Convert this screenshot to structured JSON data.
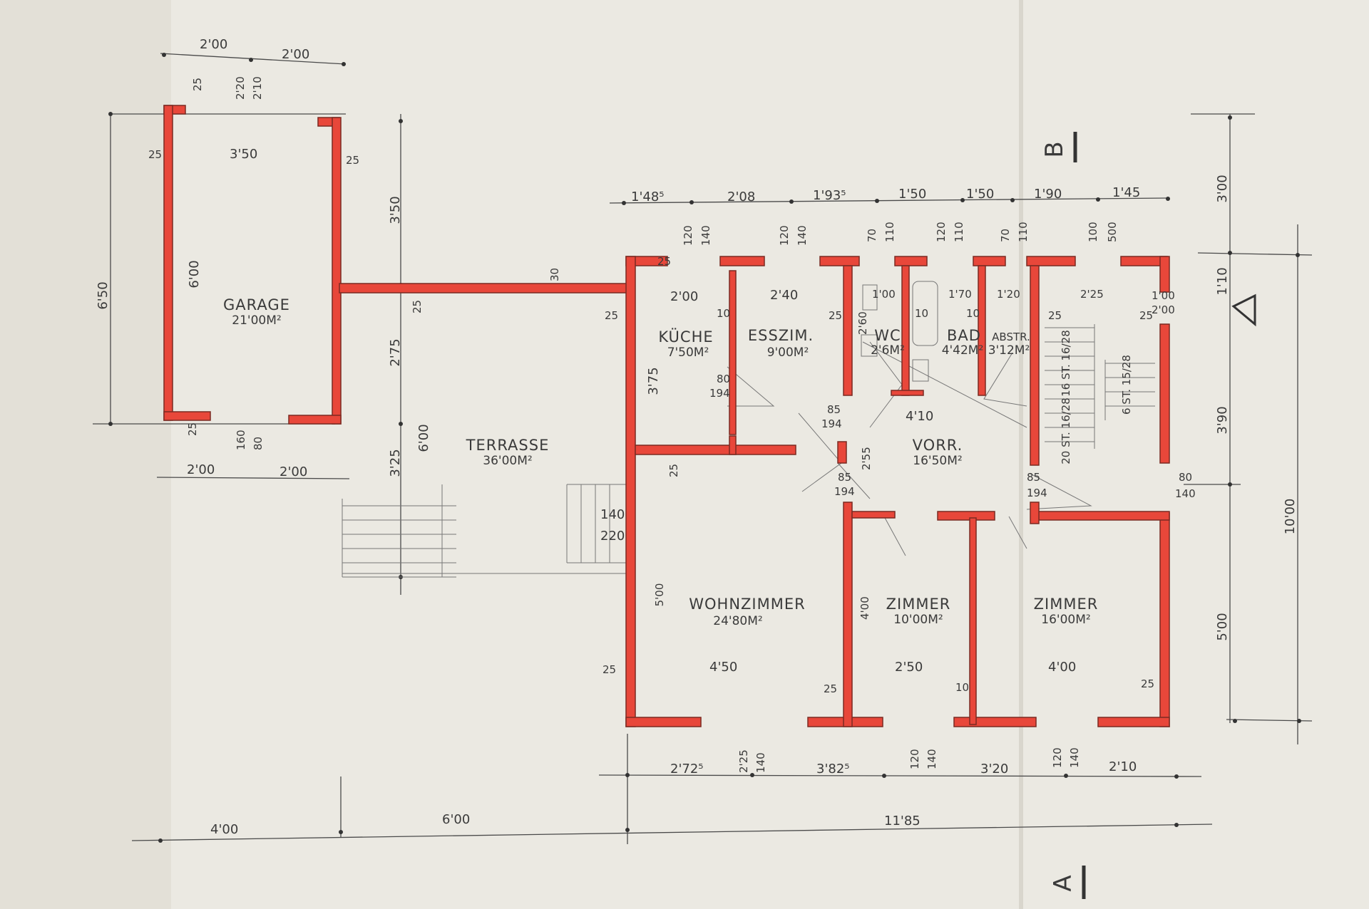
{
  "rooms": {
    "garage": {
      "name": "GARAGE",
      "area": "21'00M²"
    },
    "terrasse": {
      "name": "TERRASSE",
      "area": "36'00M²"
    },
    "kueche": {
      "name": "KÜCHE",
      "area": "7'50M²"
    },
    "esszim": {
      "name": "ESSZIM.",
      "area": "9'00M²"
    },
    "wc": {
      "name": "WC",
      "area": "2'6M²"
    },
    "bad": {
      "name": "BAD",
      "area": "4'42M²"
    },
    "abstr": {
      "name": "ABSTR.",
      "area": "3'12M²"
    },
    "vorr": {
      "name": "VORR.",
      "area": "16'50M²"
    },
    "wohnzimmer": {
      "name": "WOHNZIMMER",
      "area": "24'80M²"
    },
    "zimmer1": {
      "name": "ZIMMER",
      "area": "10'00M²"
    },
    "zimmer2": {
      "name": "ZIMMER",
      "area": "16'00M²"
    }
  },
  "stairs": {
    "up": "16 ST. 16/28",
    "down": "6 ST. 15/28",
    "lower": "20 ST. 16/28"
  },
  "section_marks": {
    "a": "A",
    "b": "B"
  },
  "top_dims": [
    "1'48⁵",
    "2'08",
    "1'93⁵",
    "1'50",
    "1'50",
    "1'90",
    "1'45"
  ],
  "top_openings": [
    "120",
    "140",
    "120",
    "140",
    "70",
    "110",
    "120",
    "110",
    "70",
    "110",
    "100",
    "500"
  ],
  "bottom_dims": [
    "2'72⁵",
    "2'25",
    "140",
    "3'82⁵",
    "120",
    "140",
    "3'20",
    "120",
    "140",
    "2'10"
  ],
  "overall_bottom": [
    "4'00",
    "6'00",
    "11'85"
  ],
  "garage_dims": {
    "top1": "2'00",
    "top2": "2'00",
    "inner": "3'50",
    "side": "6'00",
    "overall": "6'50",
    "bot1": "2'00",
    "bot2": "2'00",
    "w1": "25",
    "w2": "25",
    "w3": "25",
    "w4": "25",
    "s1": "2'20",
    "s2": "2'10",
    "s3": "160",
    "s4": "80"
  },
  "terrasse_dims": {
    "v1": "3'50",
    "v2": "2'75",
    "v3": "3'25",
    "v4": "6'00",
    "w": "25",
    "w2": "30",
    "step1": "140",
    "step2": "220"
  },
  "right_dims": [
    "3'00",
    "1'10",
    "3'90",
    "5'00",
    "10'00"
  ],
  "interior": {
    "k_w": "2'00",
    "e_w": "2'40",
    "k_h": "3'75",
    "door_k": "80",
    "door_k2": "194",
    "wc_w": "1'00",
    "bad_w": "1'70",
    "ab_w": "1'20",
    "trp_w": "2'25",
    "trp2": "1'00",
    "trp3": "2'00",
    "wc_h": "2'60",
    "vorr_w": "4'10",
    "vorr_h": "2'55",
    "d85a": "85",
    "d194a": "194",
    "d85b": "85",
    "d194b": "194",
    "d85c": "85",
    "d194c": "194",
    "d80": "80",
    "d140": "140",
    "wz_h": "5'00",
    "wz_w": "4'50",
    "z1_h": "4'00",
    "z1_w": "2'50",
    "z2_w": "4'00",
    "t10a": "10",
    "t10b": "10",
    "t10c": "10",
    "t10d": "10",
    "t25a": "25",
    "t25b": "25",
    "t25c": "25",
    "t25d": "25",
    "t25e": "25",
    "t25f": "25",
    "t25g": "25",
    "t25h": "25",
    "t25i": "25"
  }
}
